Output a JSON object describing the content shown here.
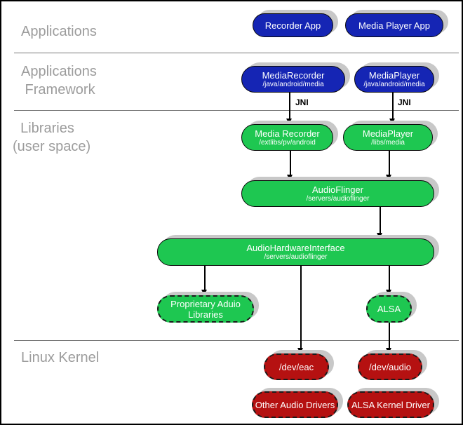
{
  "section_labels": {
    "applications": "Applications",
    "framework_line1": "Applications",
    "framework_line2": " Framework",
    "libraries_line1": "  Libraries",
    "libraries_line2": "(user space)",
    "kernel": "Linux Kernel"
  },
  "jni_label": "JNI",
  "nodes": {
    "recorder_app": {
      "title": "Recorder App"
    },
    "media_player_app": {
      "title": "Media Player App"
    },
    "media_recorder_fw": {
      "title": "MediaRecorder",
      "path": "/java/android/media"
    },
    "media_player_fw": {
      "title": "MediaPlayer",
      "path": "/java/android/media"
    },
    "media_recorder_lib": {
      "title": "Media Recorder",
      "path": "/extlibs/pv/android"
    },
    "media_player_lib": {
      "title": "MediaPlayer",
      "path": "/libs/media"
    },
    "audio_flinger": {
      "title": "AudioFlinger",
      "path": "/servers/audioflinger"
    },
    "audio_hardware_interface": {
      "title": "AudioHardwareInterface",
      "path": "/servers/audioflinger"
    },
    "proprietary_audio": {
      "line1": "Proprietary Aduio",
      "line2": "Libraries"
    },
    "alsa": {
      "title": "ALSA"
    },
    "dev_eac": {
      "title": "/dev/eac"
    },
    "dev_audio": {
      "title": "/dev/audio"
    },
    "other_audio_drivers": {
      "title": "Other Audio Drivers"
    },
    "alsa_kernel_driver": {
      "title": "ALSA Kernel Driver"
    }
  },
  "connections": [
    {
      "from": "media_recorder_fw",
      "to": "media_recorder_lib",
      "label": "JNI"
    },
    {
      "from": "media_player_fw",
      "to": "media_player_lib",
      "label": "JNI"
    },
    {
      "from": "media_recorder_lib",
      "to": "audio_flinger",
      "label": ""
    },
    {
      "from": "media_player_lib",
      "to": "audio_flinger",
      "label": ""
    },
    {
      "from": "audio_flinger",
      "to": "audio_hardware_interface",
      "label": ""
    },
    {
      "from": "audio_hardware_interface",
      "to": "proprietary_audio",
      "label": ""
    },
    {
      "from": "audio_hardware_interface",
      "to": "dev_eac",
      "label": ""
    },
    {
      "from": "audio_hardware_interface",
      "to": "alsa",
      "label": ""
    },
    {
      "from": "alsa",
      "to": "dev_audio",
      "label": ""
    }
  ],
  "colors": {
    "application_blue": "#1525b4",
    "library_green": "#1ec751",
    "kernel_red": "#b51111",
    "shadow_gray": "#c8c8c8",
    "section_label_gray": "#9c9c9c"
  }
}
